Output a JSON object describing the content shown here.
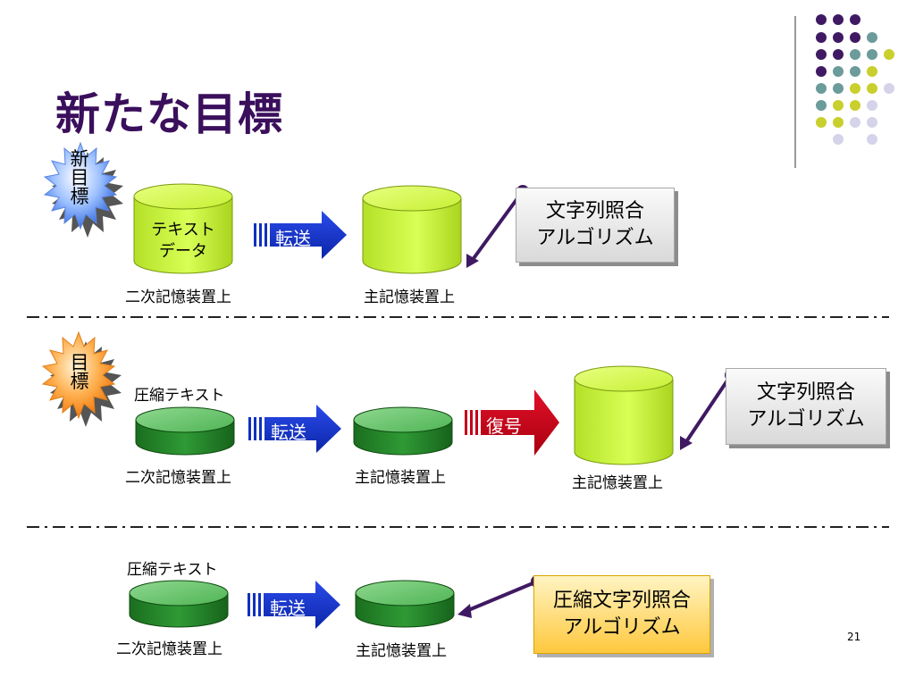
{
  "slide": {
    "title": "新たな目標",
    "page_number": "21"
  },
  "colors": {
    "title": "#3a0f5c",
    "purple": "#3f1a63",
    "teal": "#6b9b9b",
    "lime": "#c9cf2c",
    "lavender": "#d5d3ea",
    "cylinder_light": "#c7f23a",
    "cylinder_dark": "#1f7d24",
    "transfer_arrow": "#1030c0",
    "decode_arrow": "#c40018"
  },
  "row1": {
    "badge": [
      "新",
      "目",
      "標"
    ],
    "cylinder_text": [
      "テキスト",
      "データ"
    ],
    "label_secondary": "二次記憶装置上",
    "arrow_transfer": "転送",
    "label_main": "主記憶装置上",
    "algo": [
      "文字列照合",
      "アルゴリズム"
    ]
  },
  "row2": {
    "badge": [
      "目",
      "標"
    ],
    "compressed_label": "圧縮テキスト",
    "label_secondary": "二次記憶装置上",
    "arrow_transfer": "転送",
    "label_main": "主記憶装置上",
    "arrow_decode": "復号",
    "label_main2": "主記憶装置上",
    "algo": [
      "文字列照合",
      "アルゴリズム"
    ]
  },
  "row3": {
    "compressed_label": "圧縮テキスト",
    "label_secondary": "二次記憶装置上",
    "arrow_transfer": "転送",
    "label_main": "主記憶装置上",
    "algo": [
      "圧縮文字列照合",
      "アルゴリズム"
    ]
  }
}
